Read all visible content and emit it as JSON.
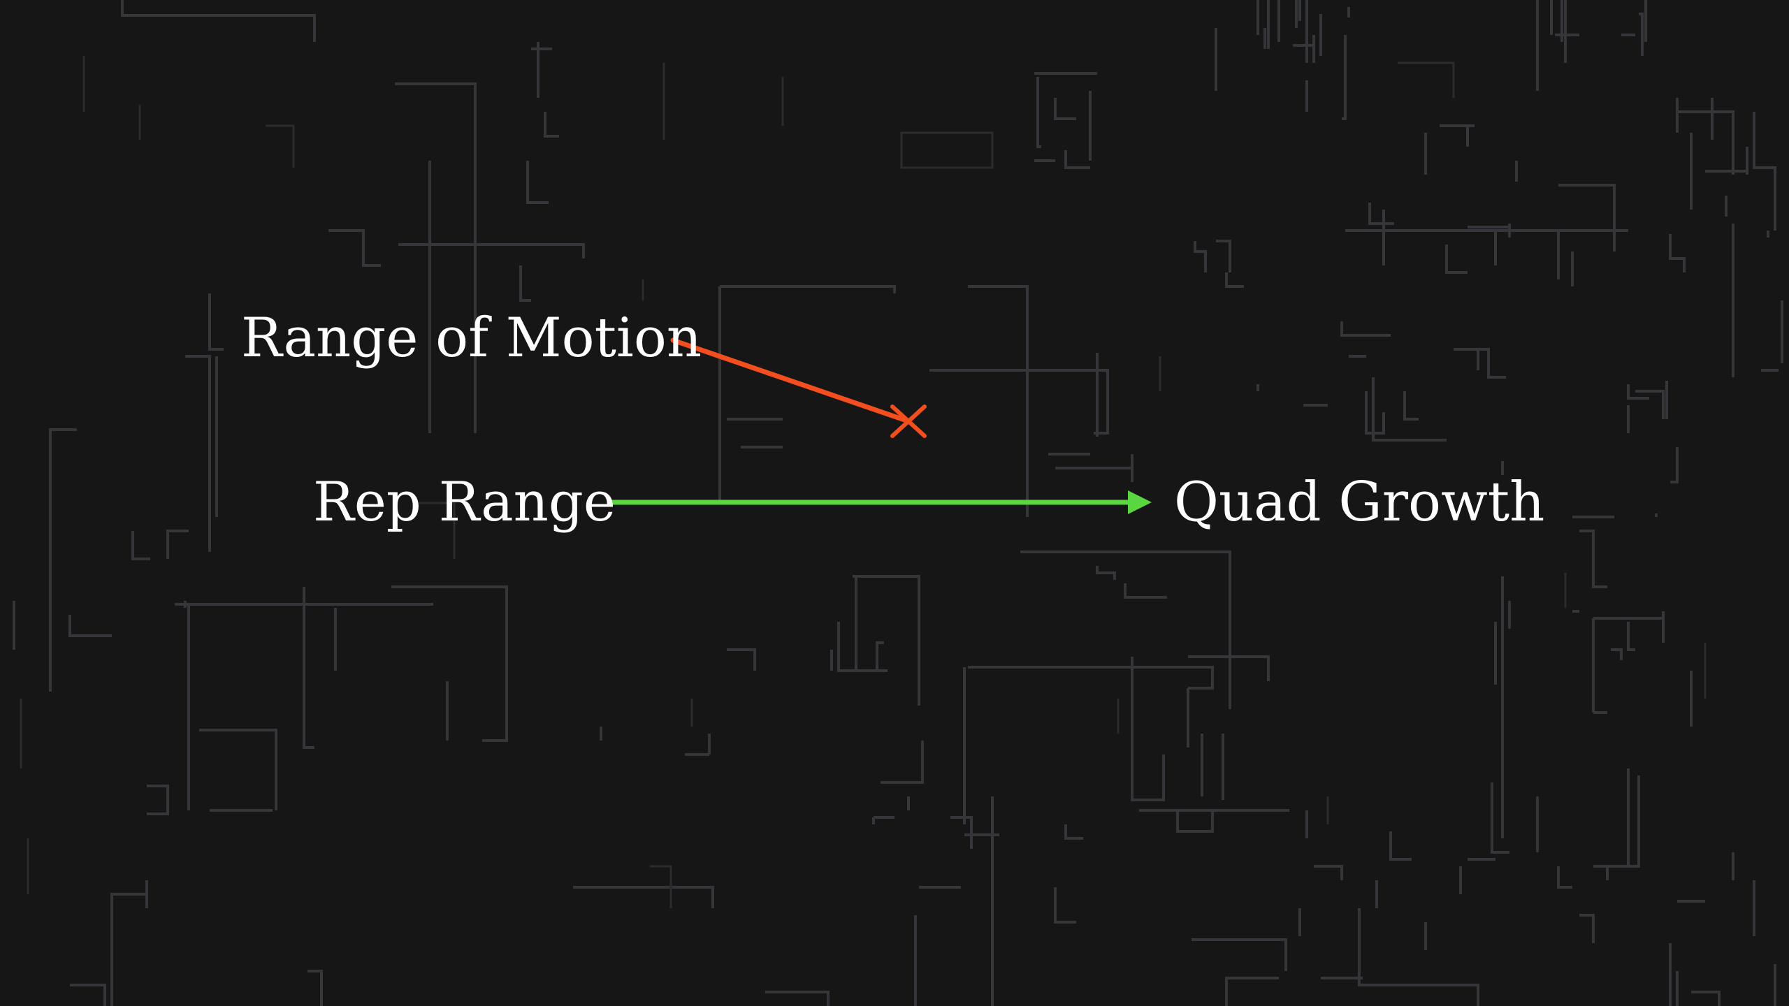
{
  "colors": {
    "background": "#161616",
    "circuit_lines": "#3b3d40",
    "label_text": "#ffffff",
    "blocked_edge": "#f24e1e",
    "active_edge": "#5ad641"
  },
  "diagram": {
    "nodes": [
      {
        "id": "range-of-motion",
        "label": "Range of Motion"
      },
      {
        "id": "rep-range",
        "label": "Rep Range"
      },
      {
        "id": "quad-growth",
        "label": "Quad Growth"
      }
    ],
    "edges": [
      {
        "from": "range-of-motion",
        "to": "quad-growth",
        "status": "blocked",
        "marker": "x-icon"
      },
      {
        "from": "rep-range",
        "to": "quad-growth",
        "status": "active",
        "marker": "arrow-head-icon"
      }
    ]
  }
}
